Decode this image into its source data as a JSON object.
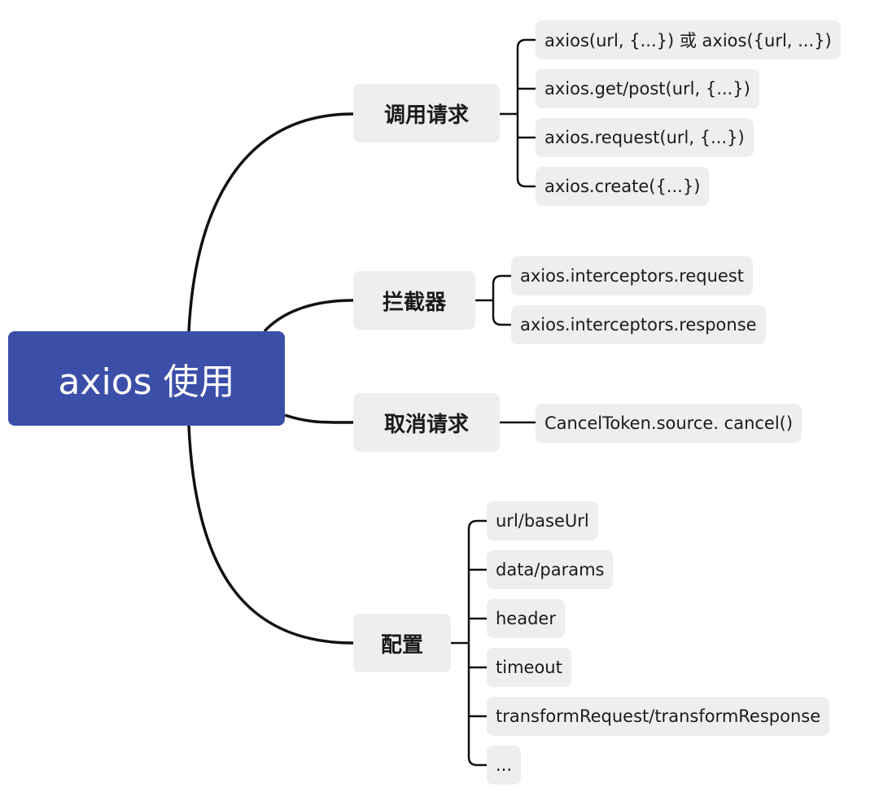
{
  "root": {
    "label": "axios 使用",
    "color": "#3b4ea8"
  },
  "branches": [
    {
      "label": "调用请求",
      "children": [
        "axios(url, {...}) 或 axios({url, ...})",
        "axios.get/post(url, {...})",
        "axios.request(url, {...})",
        "axios.create({...})"
      ]
    },
    {
      "label": "拦截器",
      "children": [
        "axios.interceptors.request",
        "axios.interceptors.response"
      ]
    },
    {
      "label": "取消请求",
      "children": [
        "CancelToken.source. cancel()"
      ]
    },
    {
      "label": "配置",
      "children": [
        "url/baseUrl",
        "data/params",
        "header",
        "timeout",
        "transformRequest/transformResponse",
        "..."
      ]
    }
  ]
}
